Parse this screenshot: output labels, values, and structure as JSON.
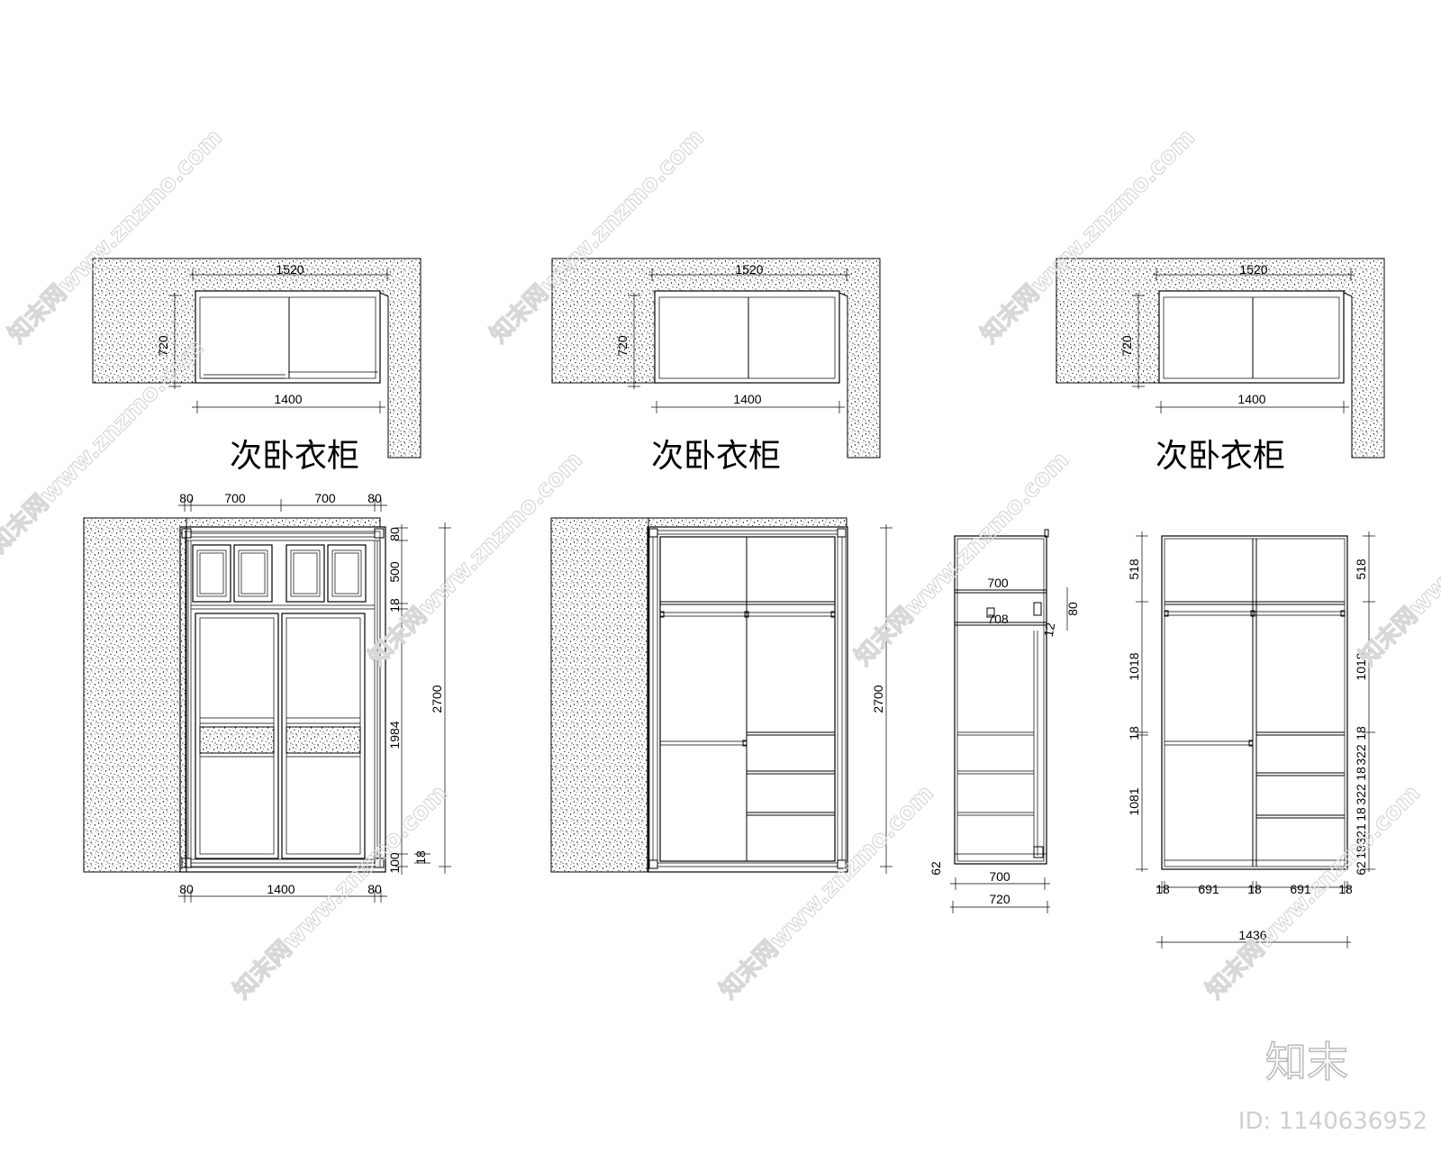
{
  "drawing_title": "次卧衣柜",
  "watermark": "知末网www.znzmo.com",
  "brand": {
    "logo": "知末",
    "id": "ID: 1140636952"
  },
  "plans": [
    {
      "width_outer": "1520",
      "depth": "720",
      "width_inner": "1400"
    },
    {
      "width_outer": "1520",
      "depth": "720",
      "width_inner": "1400"
    },
    {
      "width_outer": "1520",
      "depth": "720",
      "width_inner": "1400"
    }
  ],
  "elevation_doors": {
    "top": [
      "80",
      "700",
      "700",
      "80"
    ],
    "bottom": [
      "80",
      "1400",
      "80"
    ],
    "right": [
      "80",
      "500",
      "18",
      "1984",
      "100",
      "18"
    ],
    "total": "2700"
  },
  "elevation_interior": {
    "total": "2700"
  },
  "section": {
    "top_width": "700",
    "top_depth": "708",
    "top_height": "80",
    "hinge": "12",
    "base": "62",
    "bottom_inner": "700",
    "bottom_outer": "720"
  },
  "elevation_interior_dims": {
    "left": [
      "518",
      "1018",
      "18",
      "1081"
    ],
    "right": [
      "518",
      "1018",
      "18",
      "322",
      "18",
      "322",
      "18",
      "321",
      "18",
      "62"
    ],
    "bottom": [
      "18",
      "691",
      "18",
      "691",
      "18"
    ],
    "overall": "1436"
  }
}
